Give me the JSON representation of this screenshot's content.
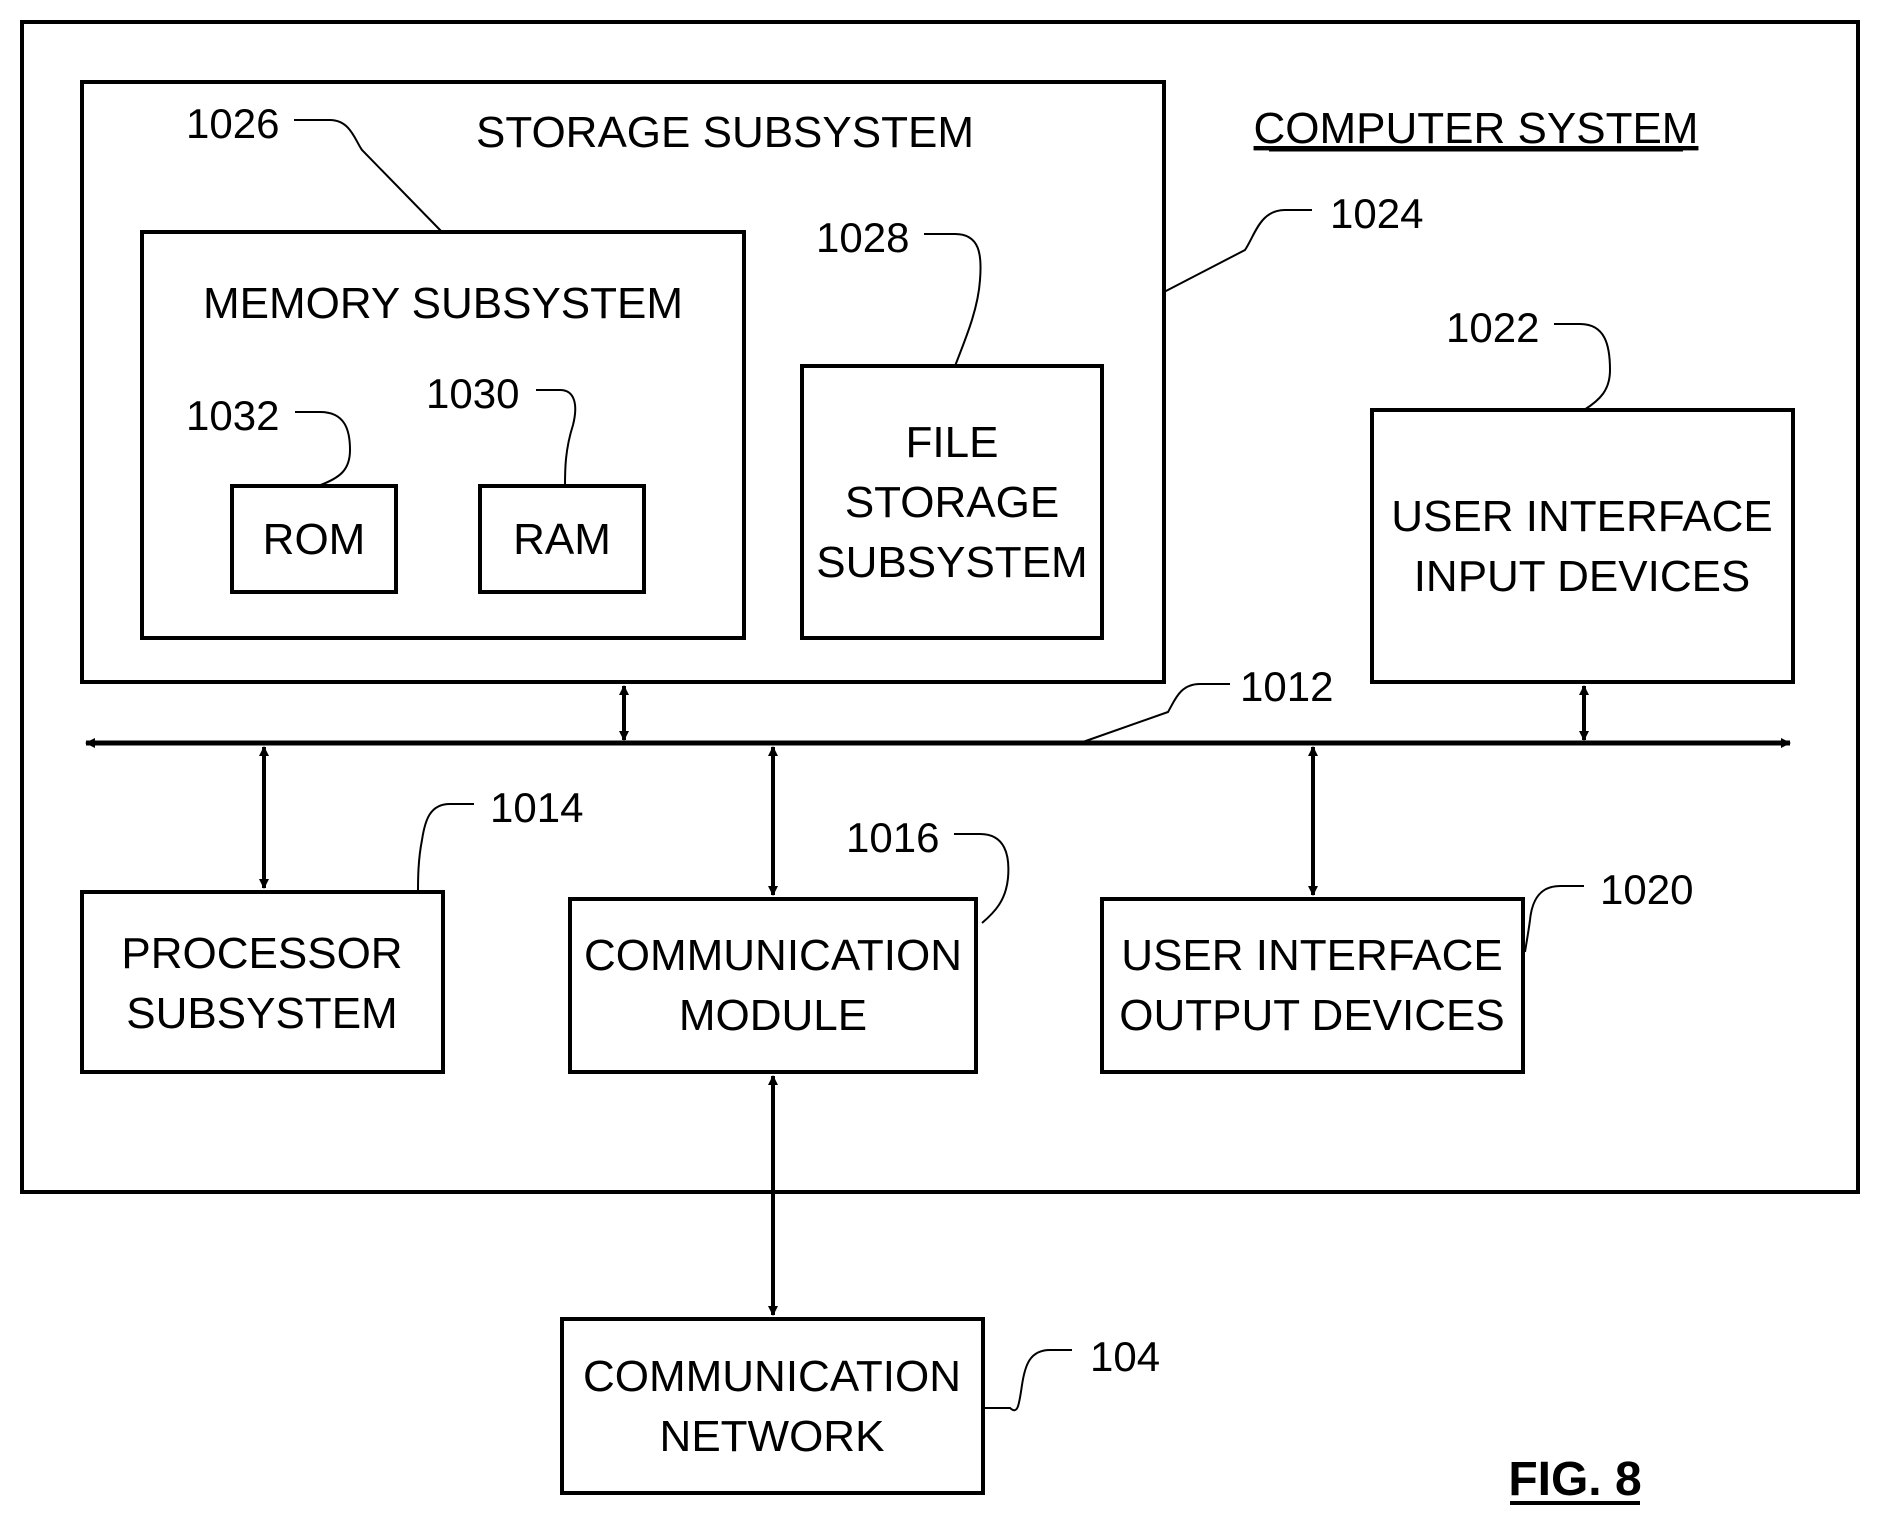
{
  "figure": {
    "title": "COMPUTER SYSTEM",
    "figure_label": "FIG. 8"
  },
  "blocks": {
    "storage_subsystem": {
      "label": "STORAGE SUBSYSTEM",
      "ref": "1026"
    },
    "storage_box_ref": "1024",
    "memory_subsystem": {
      "label": "MEMORY SUBSYSTEM"
    },
    "rom": {
      "label": "ROM",
      "ref": "1032"
    },
    "ram": {
      "label": "RAM",
      "ref": "1030"
    },
    "file_storage": {
      "lines": [
        "FILE",
        "STORAGE",
        "SUBSYSTEM"
      ],
      "ref": "1028"
    },
    "ui_input": {
      "lines": [
        "USER INTERFACE",
        "INPUT DEVICES"
      ],
      "ref": "1022"
    },
    "bus": {
      "ref": "1012"
    },
    "processor": {
      "lines": [
        "PROCESSOR",
        "SUBSYSTEM"
      ],
      "ref": "1014"
    },
    "comm_module": {
      "lines": [
        "COMMUNICATION",
        "MODULE"
      ],
      "ref": "1016"
    },
    "ui_output": {
      "lines": [
        "USER INTERFACE",
        "OUTPUT DEVICES"
      ],
      "ref": "1020"
    },
    "comm_network": {
      "lines": [
        "COMMUNICATION",
        "NETWORK"
      ],
      "ref": "104"
    }
  }
}
